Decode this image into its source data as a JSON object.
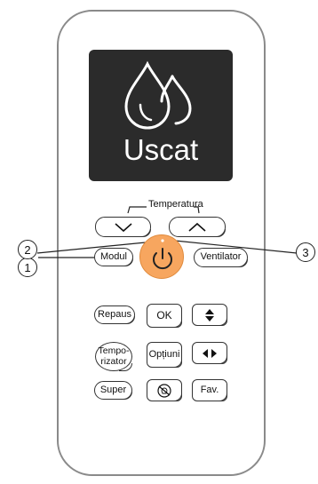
{
  "screen": {
    "label": "Uscat",
    "icon": "water-drops-icon"
  },
  "labels": {
    "temperature": "Temperatura"
  },
  "buttons": {
    "temp_down_icon": "chevron-down-icon",
    "temp_up_icon": "chevron-up-icon",
    "power_icon": "power-icon",
    "mode": "Modul",
    "fan": "Ventilator",
    "sleep": "Repaus",
    "ok": "OK",
    "swing_vertical_icon": "up-down-arrows-icon",
    "timer_line1": "Tempo-",
    "timer_line2": "rizator",
    "options": "Opțiuni",
    "swing_horizontal_icon": "left-right-arrows-icon",
    "super": "Super",
    "light_icon": "light-off-icon",
    "fav": "Fav."
  },
  "callouts": [
    "1",
    "2",
    "3"
  ],
  "colors": {
    "screen_bg": "#2b2b2b",
    "power_button": "#f7a65f",
    "outline": "#333333"
  }
}
